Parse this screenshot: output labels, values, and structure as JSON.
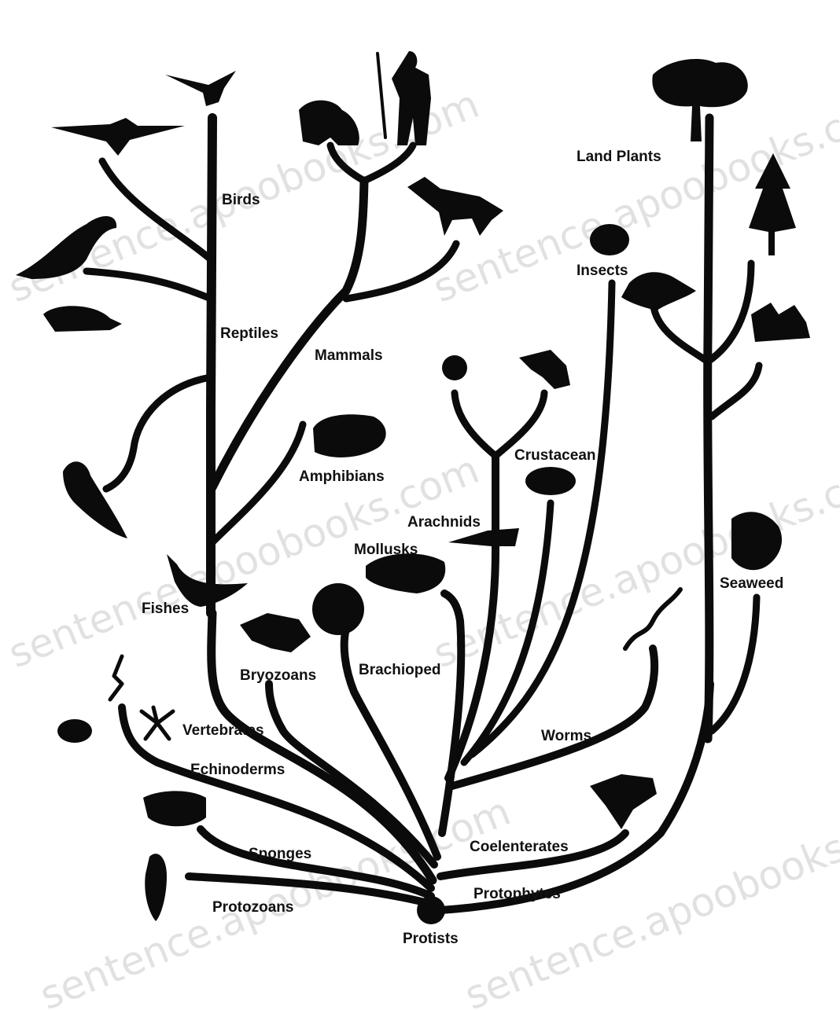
{
  "diagram": {
    "nodes": {
      "birds": "Birds",
      "reptiles": "Reptiles",
      "mammals": "Mammals",
      "land_plants": "Land Plants",
      "insects": "Insects",
      "amphibians": "Amphibians",
      "crustacean": "Crustacean",
      "arachnids": "Arachnids",
      "mollusks": "Mollusks",
      "fishes": "Fishes",
      "seaweed": "Seaweed",
      "bryozoans": "Bryozoans",
      "brachioped": "Brachioped",
      "vertebrates": "Vertebrates",
      "worms": "Worms",
      "echinoderms": "Echinoderms",
      "sponges": "Sponges",
      "coelenterates": "Coelenterates",
      "protophytes": "Protophytes",
      "protozoans": "Protozoans",
      "protists": "Protists"
    }
  },
  "watermark": "sentence.apoobooks.com",
  "colors": {
    "ink": "#0b0b0b",
    "background": "#ffffff",
    "watermark": "#c9c9c9"
  }
}
